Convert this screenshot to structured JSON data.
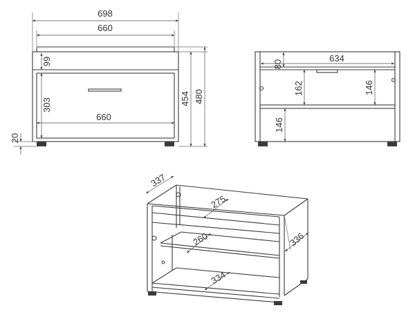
{
  "views": {
    "front": {
      "dims": {
        "total_width": "698",
        "top_width": "660",
        "drawer_height": "99",
        "front_height": "303",
        "inner_width": "660",
        "height_454": "454",
        "height_480": "480",
        "foot_height": "20"
      }
    },
    "open_front": {
      "dims": {
        "inner_width": "634",
        "top_gap": "80",
        "shelf_gap": "162",
        "right_gap": "146",
        "lower_gap": "146"
      }
    },
    "isometric": {
      "dims": {
        "depth": "337",
        "top_depth": "275",
        "shelf_depth": "260",
        "bottom_depth": "334",
        "side_depth": "336"
      }
    }
  },
  "colors": {
    "line": "#3a3a3a",
    "dimension": "#4a4a4a",
    "background": "#ffffff"
  }
}
